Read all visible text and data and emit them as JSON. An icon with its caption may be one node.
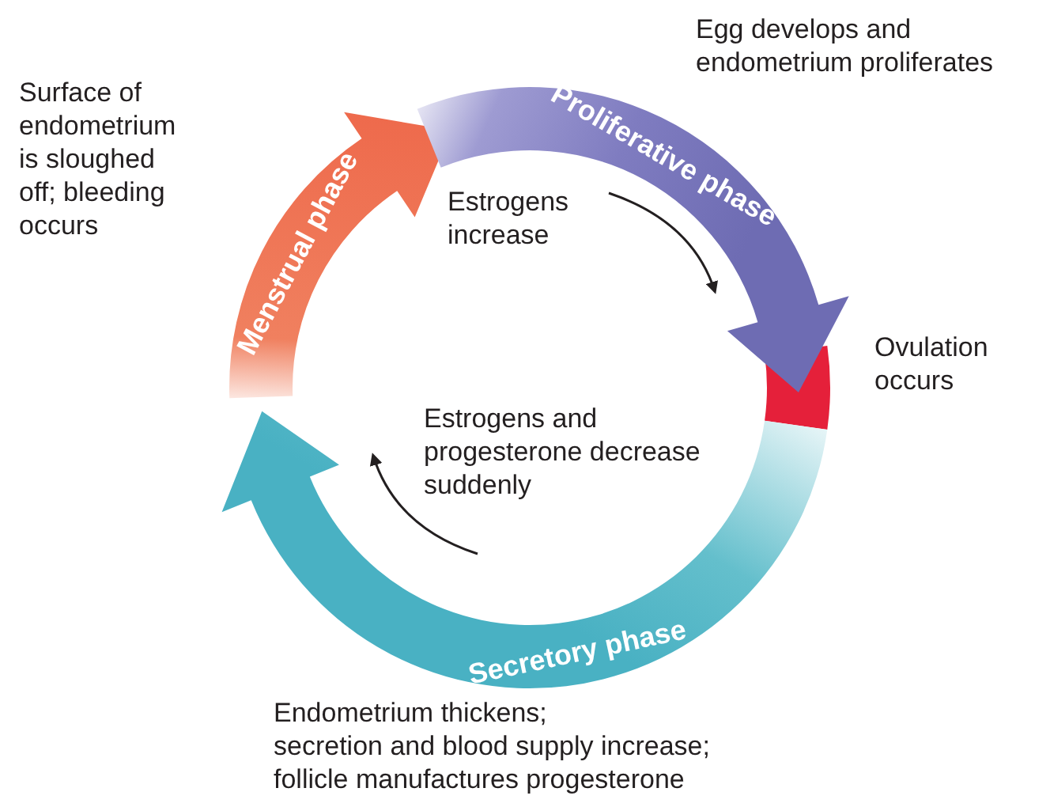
{
  "diagram": {
    "nodes": [
      {
        "text": [
          "Menstrual phase"
        ],
        "beside": [
          "Surface of endometrium is sloughed off; bleeding occurs"
        ]
      },
      {
        "text": [
          "Proliferative phase"
        ],
        "beside": [
          "Egg develops and endometrium proliferates"
        ]
      },
      {
        "text": [
          "Secretory phase"
        ],
        "beside": [
          "Endometrium thickens;",
          "secretion and blood supply increase;",
          "follicle manufactures progesterone"
        ]
      }
    ],
    "labels": [
      "Estrogens increase",
      "Ovulation occurs",
      "Estrogens and progesterone decrease suddenly"
    ]
  }
}
